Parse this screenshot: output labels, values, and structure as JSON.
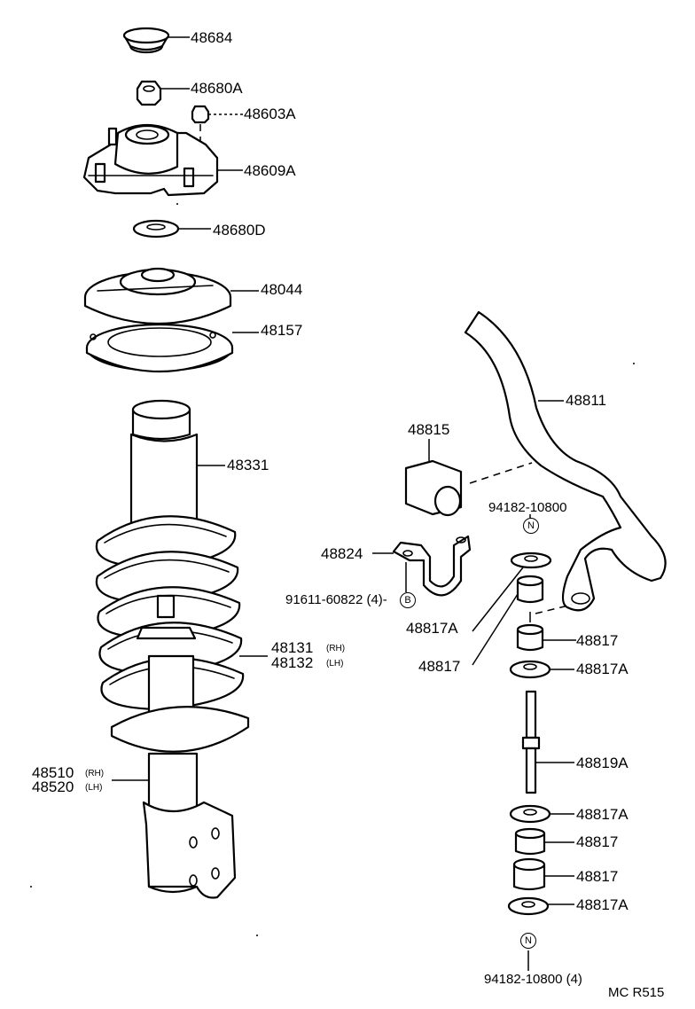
{
  "labels": {
    "p48684": "48684",
    "p48680A": "48680A",
    "p48603A": "48603A",
    "p48609A": "48609A",
    "p48680D": "48680D",
    "p48044": "48044",
    "p48157": "48157",
    "p48331": "48331",
    "p48131": "48131",
    "p48132": "48132",
    "p48510": "48510",
    "p48520": "48520",
    "p48811": "48811",
    "p48815": "48815",
    "p48824": "48824",
    "bolt_b": "91611-60822 (4)-",
    "nut_top": "94182-10800",
    "p48817A_left": "48817A",
    "p48817_left": "48817",
    "p48817_r1": "48817",
    "p48817A_r1": "48817A",
    "p48819A": "48819A",
    "p48817A_r2": "48817A",
    "p48817_r2": "48817",
    "p48817_r3": "48817",
    "p48817A_r3": "48817A",
    "nut_bottom": "94182-10800 (4)",
    "code": "MC R515"
  },
  "side_tags": {
    "rh1": "(RH)",
    "lh1": "(LH)",
    "rh2": "(RH)",
    "lh2": "(LH)"
  },
  "symbols": {
    "b": "B",
    "n1": "N",
    "n2": "N"
  }
}
